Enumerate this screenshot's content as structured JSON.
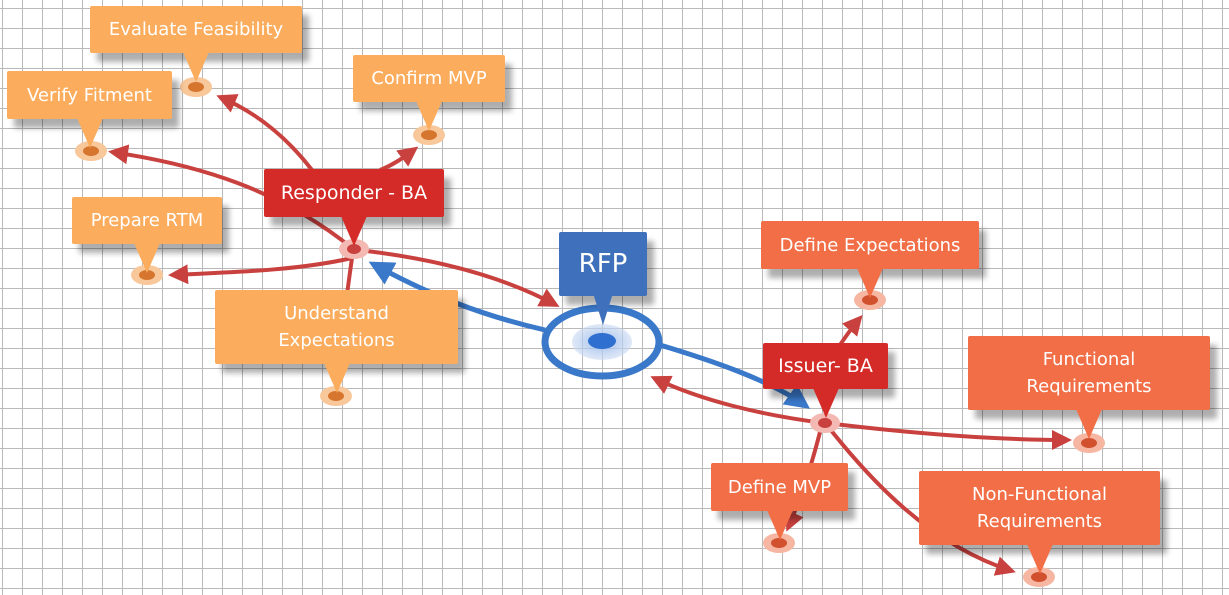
{
  "nodes": {
    "rfp": {
      "label": "RFP"
    },
    "responder_ba": {
      "label": "Responder - BA"
    },
    "issuer_ba": {
      "label": "Issuer- BA"
    },
    "evaluate_feasibility": {
      "label": "Evaluate Feasibility"
    },
    "verify_fitment": {
      "label": "Verify Fitment"
    },
    "confirm_mvp": {
      "label": "Confirm MVP"
    },
    "prepare_rtm": {
      "label": "Prepare RTM"
    },
    "understand_expectations": {
      "label": "Understand\nExpectations"
    },
    "define_expectations": {
      "label": "Define Expectations"
    },
    "functional_requirements": {
      "label": "Functional\nRequirements"
    },
    "define_mvp": {
      "label": "Define MVP"
    },
    "non_functional_requirements": {
      "label": "Non-Functional\nRequirements"
    }
  },
  "colors": {
    "light_orange": "#fbac5c",
    "orange": "#f16e46",
    "red": "#d42b28",
    "blue": "#3f70bb",
    "edge_red": "#c9413f",
    "edge_blue": "#3a78c9"
  }
}
